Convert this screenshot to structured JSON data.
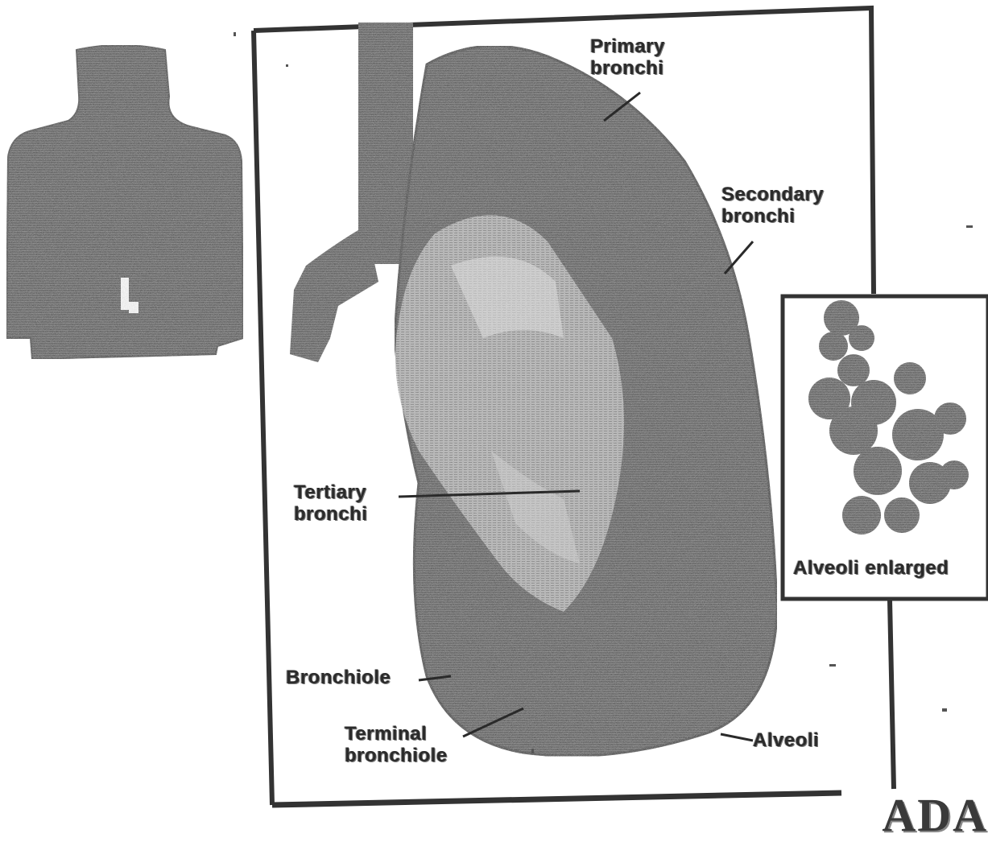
{
  "labels": {
    "primary_bronchi": [
      "Primary",
      "bronchi"
    ],
    "secondary_bronchi": [
      "Secondary",
      "bronchi"
    ],
    "tertiary_bronchi": [
      "Tertiary",
      "bronchi"
    ],
    "bronchiole": "Bronchiole",
    "terminal_bronchiole": [
      "Terminal",
      "bronchiole"
    ],
    "alveoli": "Alveoli",
    "alveoli_enlarged": "Alveoli enlarged"
  },
  "brand": "ADA",
  "colors": {
    "ink": "#2b2b2b",
    "lung_dark": "#3c3c3c",
    "lung_light": "#bdbdbd",
    "paper": "#ffffff"
  },
  "icons": {
    "torso": "human-back-silhouette-icon",
    "lung": "lung-illustration",
    "alveoli": "alveoli-cluster-icon"
  }
}
